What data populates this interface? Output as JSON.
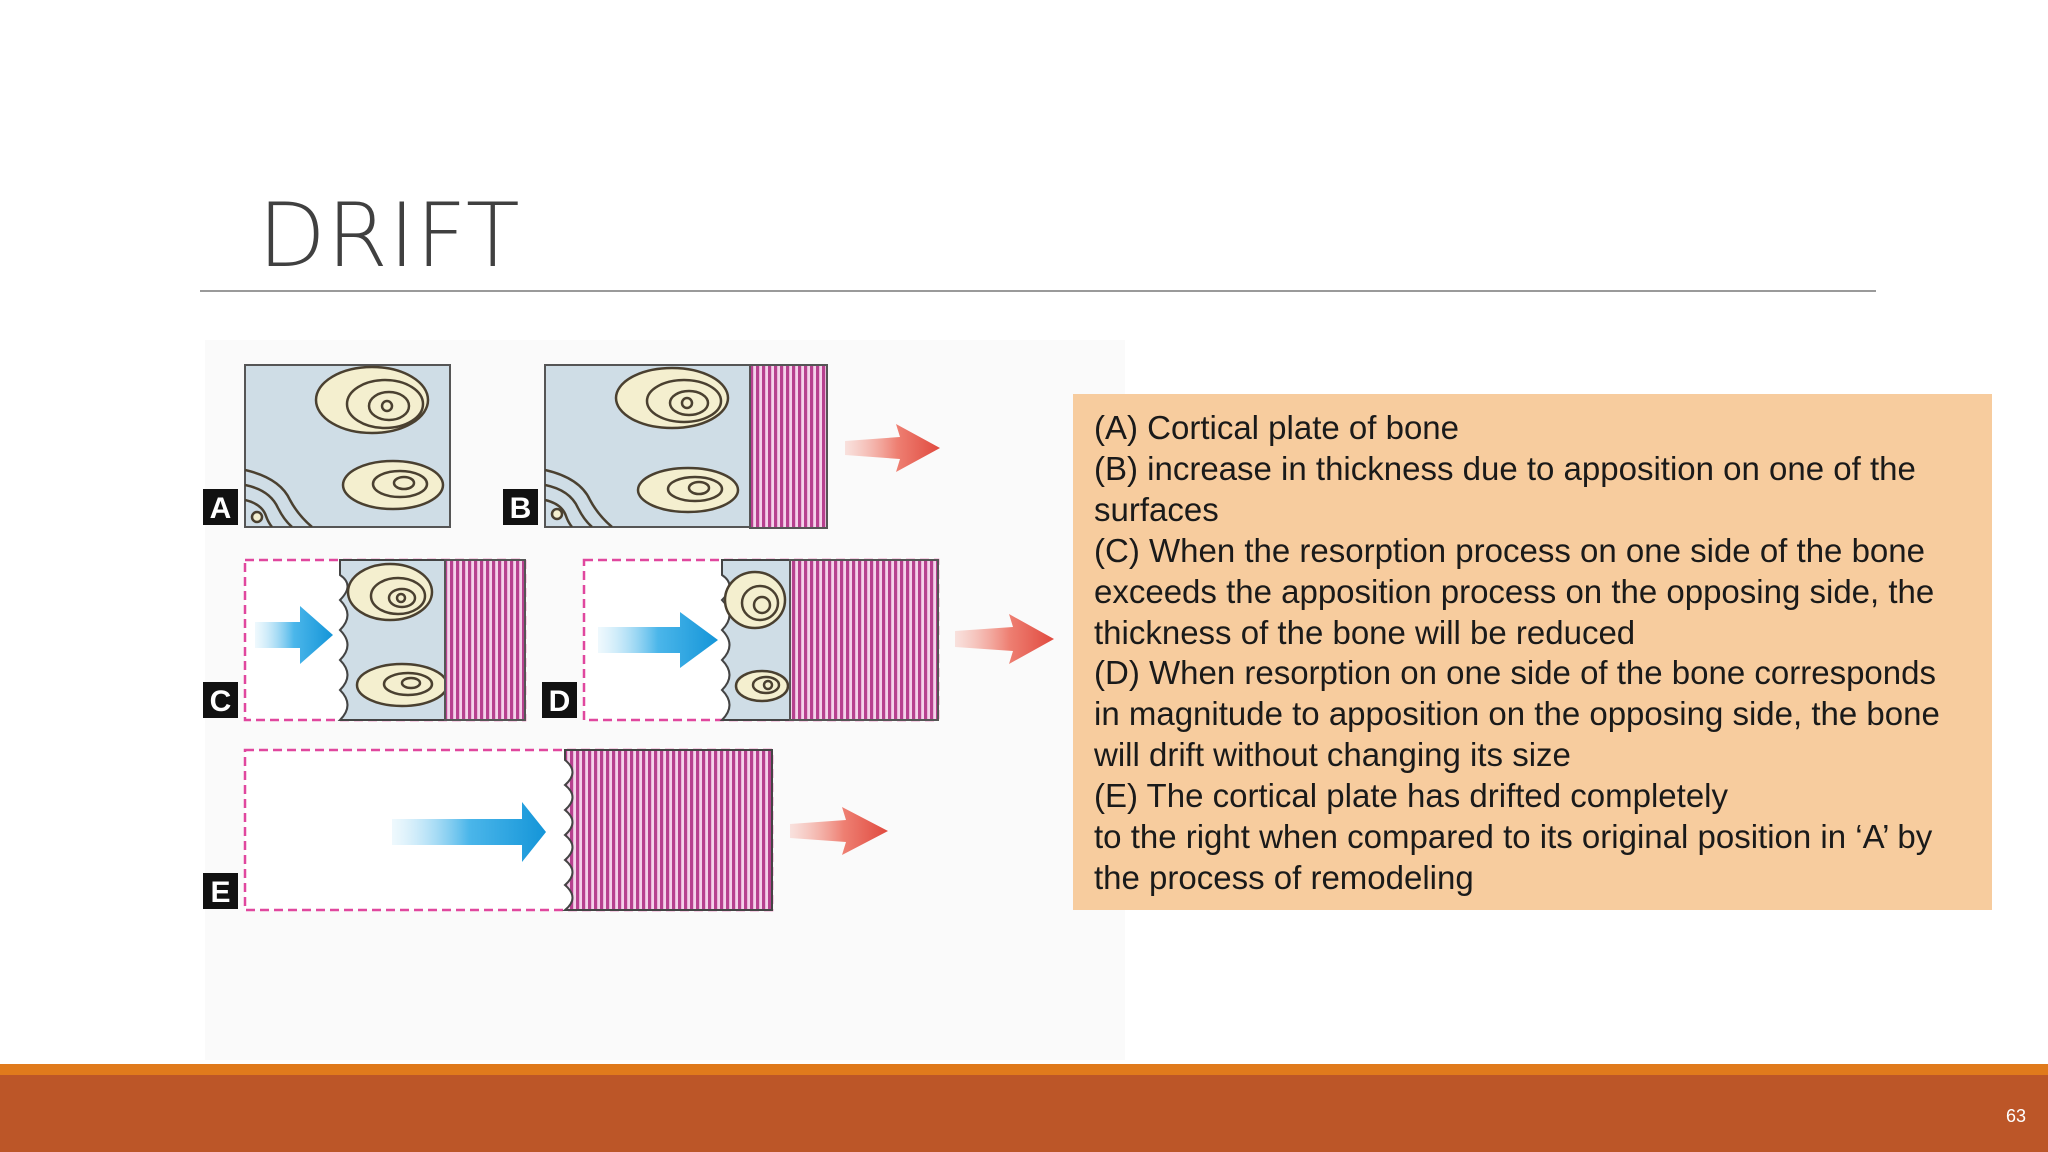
{
  "slide": {
    "title": "DRIFT",
    "page_number": "63"
  },
  "colors": {
    "accent_orange": "#e07a1c",
    "footer_band": "#bc5628",
    "caption_background": "#f7cc9e",
    "bone_background": "#cfdde6",
    "cortical_plate": "#c24d9e",
    "drift_arrow": "#e85a4f",
    "movement_arrow": "#1ea0dc"
  },
  "diagram": {
    "panels": [
      {
        "label": "A"
      },
      {
        "label": "B"
      },
      {
        "label": "C"
      },
      {
        "label": "D"
      },
      {
        "label": "E"
      }
    ]
  },
  "caption": {
    "lines": [
      "(A) Cortical plate of bone",
      "(B) increase in thickness due to apposition on one of the",
      "surfaces",
      "(C) When the resorption process on one side of the bone",
      "exceeds the apposition process on the opposing side, the",
      "thickness of the bone will be reduced",
      "(D) When resorption on one side of the bone corresponds",
      "in magnitude to apposition on the opposing side, the bone",
      "will drift without changing its size",
      "(E) The cortical plate has drifted completely",
      "to the right when compared to its original position in ‘A’ by",
      "the process of remodeling"
    ]
  }
}
